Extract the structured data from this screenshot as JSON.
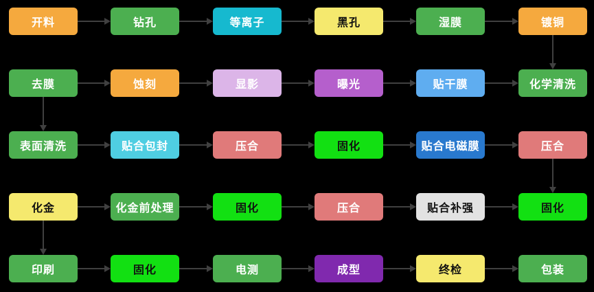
{
  "diagram": {
    "type": "process-flowchart",
    "background": "#000000",
    "arrow_color": "#404040",
    "grid": {
      "rows": 5,
      "cols": 6
    }
  },
  "palette": {
    "orange": "#F5A93E",
    "green": "#4CAF50",
    "cyan": "#16B9CF",
    "yellow": "#F5E96E",
    "lavender": "#DCB5E8",
    "orchid": "#B55FCC",
    "light_blue": "#5FADF0",
    "sky_cyan": "#4FCEE2",
    "salmon": "#E07A7A",
    "lime": "#12E012",
    "blue": "#2979CE",
    "gray": "#E2E2E2",
    "dark_purple": "#8029AE",
    "text_light": "#FFFFFF",
    "text_dark": "#111111"
  },
  "nodes": [
    {
      "label": "开料",
      "bg": "#F5A93E",
      "fg": "#FFFFFF"
    },
    {
      "label": "钻孔",
      "bg": "#4CAF50",
      "fg": "#FFFFFF"
    },
    {
      "label": "等离子",
      "bg": "#16B9CF",
      "fg": "#FFFFFF"
    },
    {
      "label": "黑孔",
      "bg": "#F5E96E",
      "fg": "#111111"
    },
    {
      "label": "湿膜",
      "bg": "#4CAF50",
      "fg": "#FFFFFF"
    },
    {
      "label": "镀铜",
      "bg": "#F5A93E",
      "fg": "#FFFFFF"
    },
    {
      "label": "去膜",
      "bg": "#4CAF50",
      "fg": "#FFFFFF"
    },
    {
      "label": "蚀刻",
      "bg": "#F5A93E",
      "fg": "#FFFFFF"
    },
    {
      "label": "显影",
      "bg": "#DCB5E8",
      "fg": "#FFFFFF"
    },
    {
      "label": "曝光",
      "bg": "#B55FCC",
      "fg": "#FFFFFF"
    },
    {
      "label": "贴干膜",
      "bg": "#5FADF0",
      "fg": "#FFFFFF"
    },
    {
      "label": "化学清洗",
      "bg": "#4CAF50",
      "fg": "#FFFFFF"
    },
    {
      "label": "表面清洗",
      "bg": "#4CAF50",
      "fg": "#FFFFFF"
    },
    {
      "label": "贴合包封",
      "bg": "#4FCEE2",
      "fg": "#FFFFFF"
    },
    {
      "label": "压合",
      "bg": "#E07A7A",
      "fg": "#FFFFFF"
    },
    {
      "label": "固化",
      "bg": "#12E012",
      "fg": "#111111"
    },
    {
      "label": "贴合电磁膜",
      "bg": "#2979CE",
      "fg": "#FFFFFF"
    },
    {
      "label": "压合",
      "bg": "#E07A7A",
      "fg": "#FFFFFF"
    },
    {
      "label": "化金",
      "bg": "#F5E96E",
      "fg": "#111111"
    },
    {
      "label": "化金前处理",
      "bg": "#4CAF50",
      "fg": "#FFFFFF"
    },
    {
      "label": "固化",
      "bg": "#12E012",
      "fg": "#111111"
    },
    {
      "label": "压合",
      "bg": "#E07A7A",
      "fg": "#FFFFFF"
    },
    {
      "label": "贴合补强",
      "bg": "#E2E2E2",
      "fg": "#111111"
    },
    {
      "label": "固化",
      "bg": "#12E012",
      "fg": "#111111"
    },
    {
      "label": "印刷",
      "bg": "#4CAF50",
      "fg": "#FFFFFF"
    },
    {
      "label": "固化",
      "bg": "#12E012",
      "fg": "#111111"
    },
    {
      "label": "电测",
      "bg": "#4CAF50",
      "fg": "#FFFFFF"
    },
    {
      "label": "成型",
      "bg": "#8029AE",
      "fg": "#FFFFFF"
    },
    {
      "label": "终检",
      "bg": "#F5E96E",
      "fg": "#111111"
    },
    {
      "label": "包装",
      "bg": "#4CAF50",
      "fg": "#FFFFFF"
    }
  ],
  "edges": [
    {
      "from": 0,
      "to": 1
    },
    {
      "from": 1,
      "to": 2
    },
    {
      "from": 2,
      "to": 3
    },
    {
      "from": 3,
      "to": 4
    },
    {
      "from": 4,
      "to": 5
    },
    {
      "from": 6,
      "to": 7
    },
    {
      "from": 7,
      "to": 8
    },
    {
      "from": 8,
      "to": 9
    },
    {
      "from": 9,
      "to": 10
    },
    {
      "from": 10,
      "to": 11
    },
    {
      "from": 12,
      "to": 13
    },
    {
      "from": 13,
      "to": 14
    },
    {
      "from": 14,
      "to": 15
    },
    {
      "from": 15,
      "to": 16
    },
    {
      "from": 16,
      "to": 17
    },
    {
      "from": 18,
      "to": 19
    },
    {
      "from": 19,
      "to": 20
    },
    {
      "from": 20,
      "to": 21
    },
    {
      "from": 21,
      "to": 22
    },
    {
      "from": 22,
      "to": 23
    },
    {
      "from": 24,
      "to": 25
    },
    {
      "from": 25,
      "to": 26
    },
    {
      "from": 26,
      "to": 27
    },
    {
      "from": 27,
      "to": 28
    },
    {
      "from": 28,
      "to": 29
    },
    {
      "from": 5,
      "to": 11
    },
    {
      "from": 6,
      "to": 12
    },
    {
      "from": 17,
      "to": 23
    },
    {
      "from": 18,
      "to": 24
    }
  ]
}
